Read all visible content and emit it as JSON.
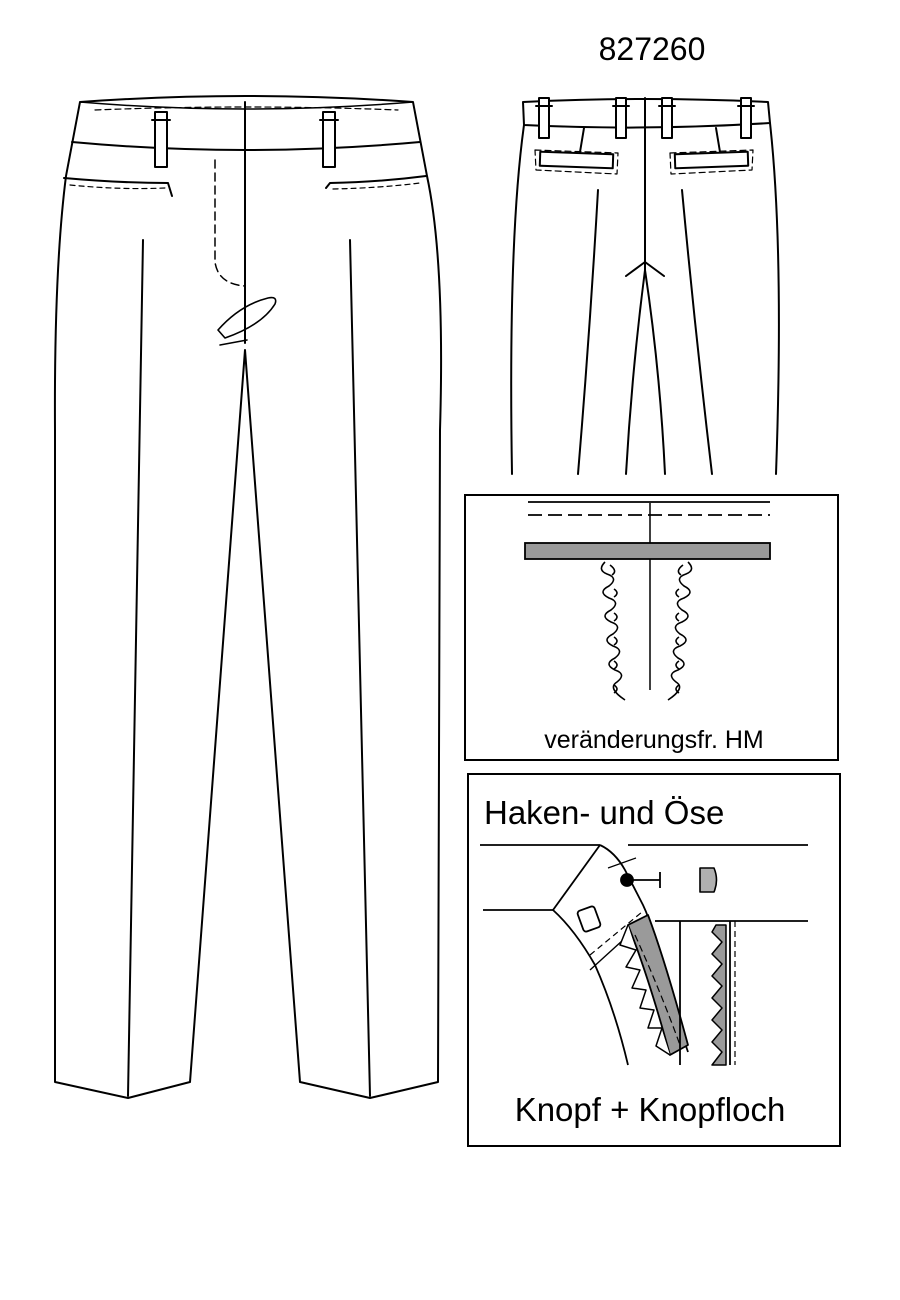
{
  "article_number": "827260",
  "details": {
    "seam_label": "veränderungsfr. HM",
    "closure_title": "Haken- und Öse",
    "closure_subtitle": "Knopf + Knopfloch"
  },
  "colors": {
    "line": "#000000",
    "fill_gray": "#9a9a9a",
    "background": "#ffffff"
  }
}
